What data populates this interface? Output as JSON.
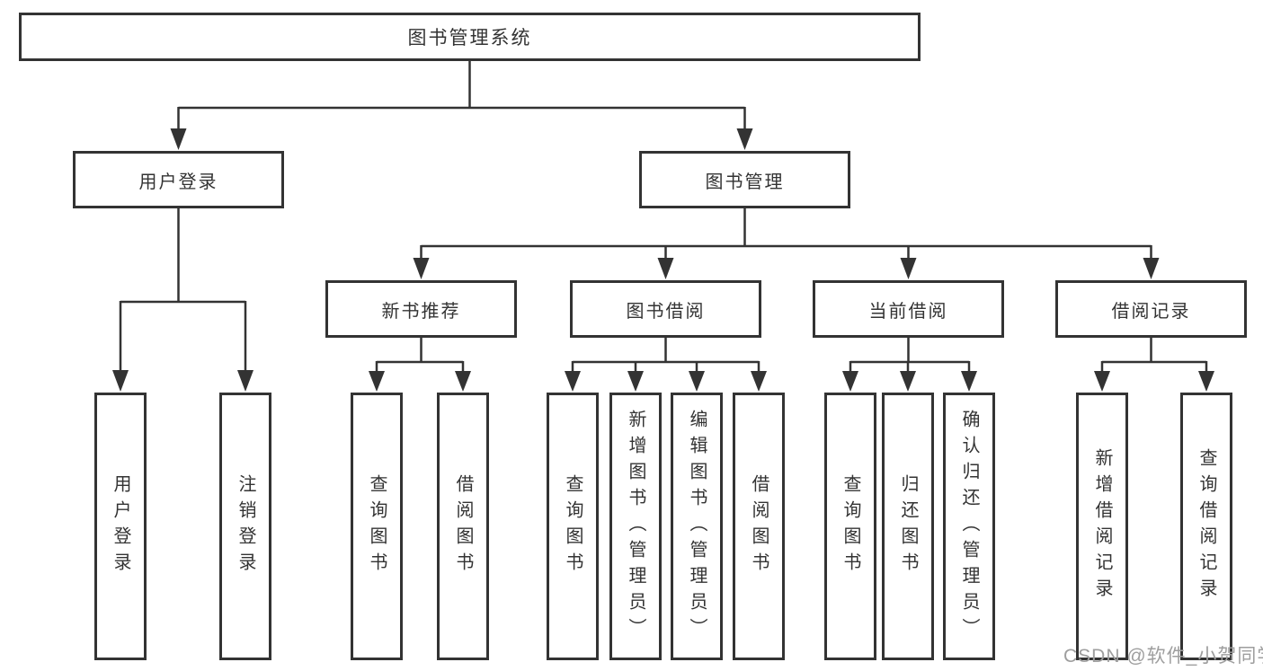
{
  "colors": {
    "line": "#333333",
    "box_border": "#333333",
    "text": "#333333",
    "watermark": "#9e9e9e",
    "background": "#ffffff"
  },
  "tree": {
    "label": "图书管理系统",
    "children": [
      {
        "label": "用户登录",
        "children": [
          {
            "label": "用户登录"
          },
          {
            "label": "注销登录"
          }
        ]
      },
      {
        "label": "图书管理",
        "children": [
          {
            "label": "新书推荐",
            "children": [
              {
                "label": "查询图书"
              },
              {
                "label": "借阅图书"
              }
            ]
          },
          {
            "label": "图书借阅",
            "children": [
              {
                "label": "查询图书"
              },
              {
                "label": "新增图书（管理员）"
              },
              {
                "label": "编辑图书（管理员）"
              },
              {
                "label": "借阅图书"
              }
            ]
          },
          {
            "label": "当前借阅",
            "children": [
              {
                "label": "查询图书"
              },
              {
                "label": "归还图书"
              },
              {
                "label": "确认归还（管理员）"
              }
            ]
          },
          {
            "label": "借阅记录",
            "children": [
              {
                "label": "新增借阅记录"
              },
              {
                "label": "查询借阅记录"
              }
            ]
          }
        ]
      }
    ]
  },
  "watermark": {
    "text": "CSDN @软件_小贺同学"
  }
}
